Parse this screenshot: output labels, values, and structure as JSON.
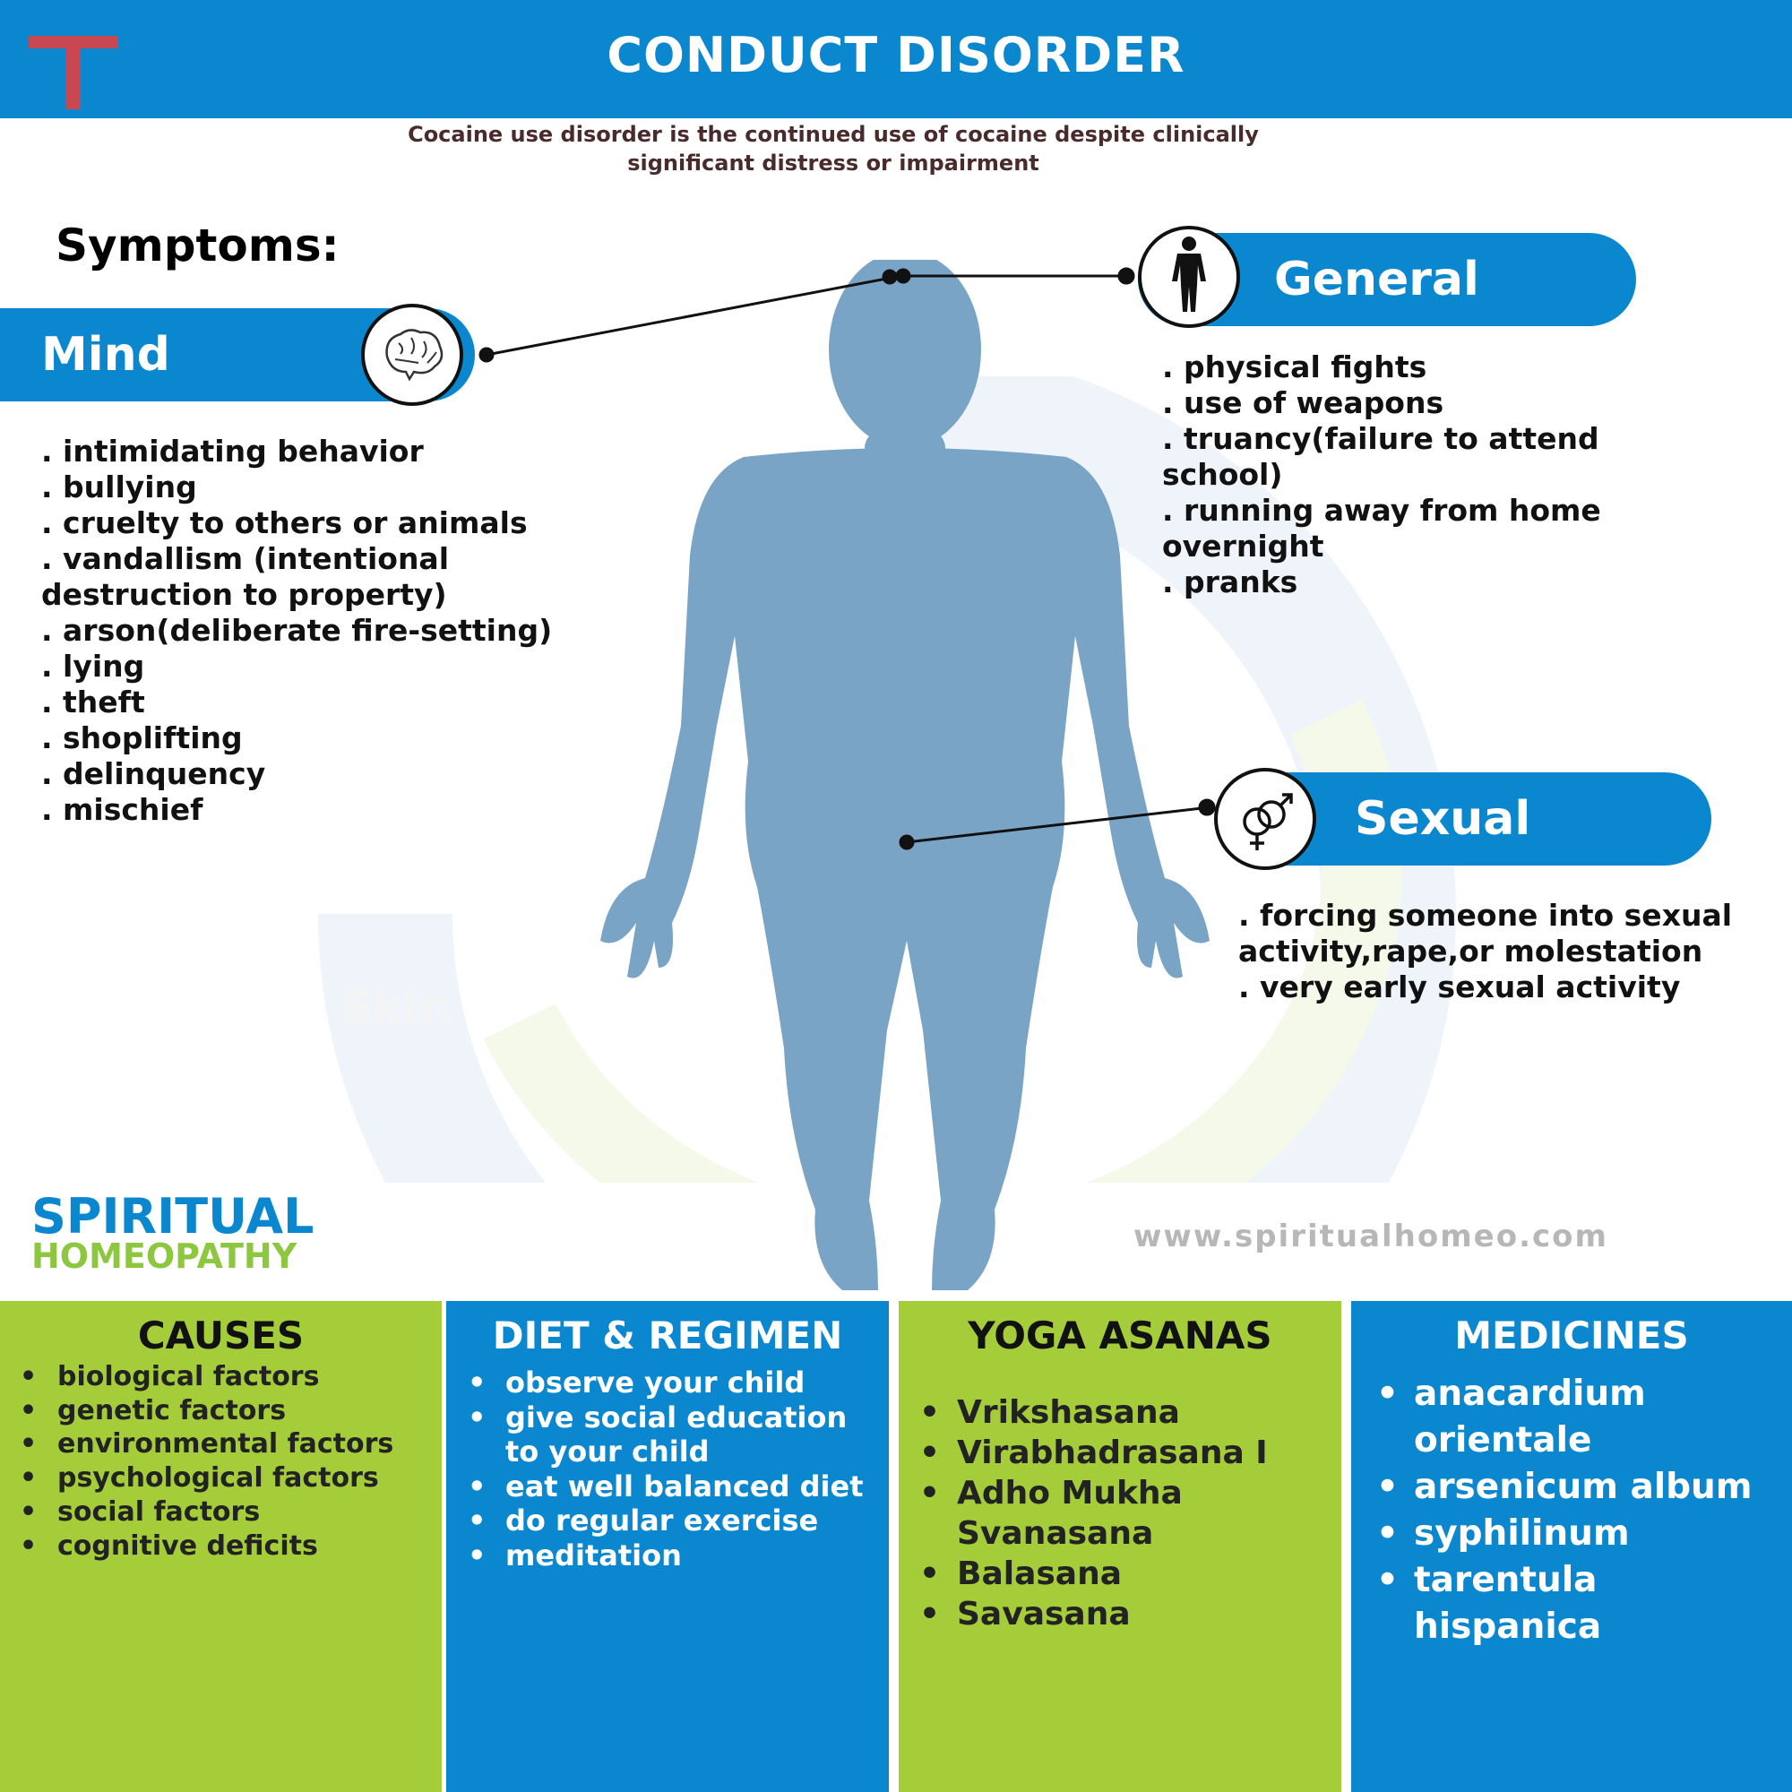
{
  "header": {
    "title": "CONDUCT DISORDER"
  },
  "subtitle": {
    "line1": "Cocaine use disorder is the continued use of cocaine despite clinically",
    "line2": "significant distress or impairment"
  },
  "symptoms": {
    "heading": "Symptoms:",
    "mind": {
      "label": "Mind",
      "icon": "brain-icon",
      "items": [
        "intimidating behavior",
        "bullying",
        "cruelty to others or animals",
        "vandallism (intentional destruction to property)",
        "arson(deliberate fire-setting)",
        "lying",
        "theft",
        "shoplifting",
        "delinquency",
        "mischief"
      ]
    },
    "general": {
      "label": "General",
      "icon": "human-figure-icon",
      "items": [
        "physical fights",
        "use of weapons",
        "truancy(failure to attend school)",
        "running away from home overnight",
        "pranks"
      ]
    },
    "sexual": {
      "label": "Sexual",
      "icon": "gender-symbols-icon",
      "items": [
        "forcing someone into sexual activity,rape,or molestation",
        "very early sexual activity"
      ]
    }
  },
  "brand": {
    "line1": "SPIRITUAL",
    "line2": "HOMEOPATHY",
    "website": "www.spiritualhomeo.com",
    "watermark": "Skin"
  },
  "panels": {
    "causes": {
      "title": "CAUSES",
      "items": [
        "biological factors",
        "genetic factors",
        "environmental factors",
        "psychological factors",
        "social factors",
        "cognitive deficits"
      ]
    },
    "diet": {
      "title": "DIET & REGIMEN",
      "items": [
        "observe your child",
        "give social education to your child",
        "eat well balanced diet",
        "do regular exercise",
        "meditation"
      ]
    },
    "yoga": {
      "title": "YOGA ASANAS",
      "items": [
        "Vrikshasana",
        "Virabhadrasana I",
        "Adho Mukha Svanasana",
        "Balasana",
        "Savasana"
      ]
    },
    "medicines": {
      "title": "MEDICINES",
      "items": [
        "anacardium orientale",
        "arsenicum album",
        "syphilinum",
        "tarentula hispanica"
      ]
    }
  },
  "colors": {
    "primary_blue": "#0a87cf",
    "green": "#a5cd3a",
    "logo_red": "#c94750",
    "body_silhouette": "#7aa4c6"
  }
}
